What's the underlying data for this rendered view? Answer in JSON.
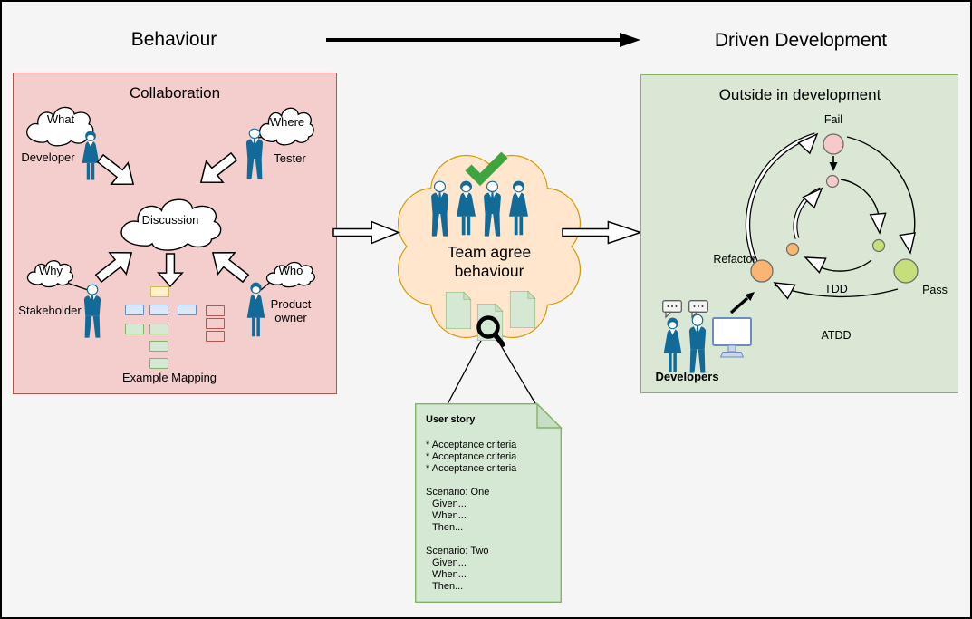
{
  "page": {
    "background": "#F5F5F5",
    "border_color": "#000000"
  },
  "header": {
    "left_title": "Behaviour",
    "right_title": "Driven Development"
  },
  "collaboration": {
    "title": "Collaboration",
    "clouds": {
      "what": "What",
      "where": "Where",
      "why": "Why",
      "who": "Who",
      "discussion": "Discussion"
    },
    "roles": {
      "developer": "Developer",
      "tester": "Tester",
      "stakeholder": "Stakeholder",
      "product_owner": "Product owner"
    },
    "example_mapping_label": "Example Mapping",
    "colors": {
      "panel_fill": "#F4CDCD",
      "panel_stroke": "#B85450",
      "card_yellow_fill": "#FFF2CC",
      "card_yellow_stroke": "#D6B656",
      "card_blue_fill": "#DAE8FC",
      "card_blue_stroke": "#6C8EBF",
      "card_green_fill": "#D5E8D4",
      "card_green_stroke": "#82B366",
      "card_red_stroke": "#B85450",
      "person_blue": "#116A97"
    }
  },
  "team_cloud": {
    "label_line1": "Team agree",
    "label_line2": "behaviour",
    "colors": {
      "cloud_fill": "#FFE6CC",
      "cloud_stroke": "#D79B00",
      "check_green": "#3FA33F",
      "doc_fill": "#D5E8D4",
      "doc_stroke": "#82B366"
    }
  },
  "user_story": {
    "title": "User story",
    "acceptance_criteria": [
      "* Acceptance criteria",
      "* Acceptance criteria",
      "* Acceptance criteria"
    ],
    "scenarios": [
      {
        "heading": "Scenario: One",
        "steps": [
          "Given...",
          "When...",
          "Then..."
        ]
      },
      {
        "heading": "Scenario: Two",
        "steps": [
          "Given...",
          "When...",
          "Then..."
        ]
      }
    ]
  },
  "outside_in": {
    "title": "Outside in development",
    "cycle": {
      "fail": "Fail",
      "pass": "Pass",
      "refactor": "Refactor",
      "inner_label": "TDD",
      "outer_label": "ATDD"
    },
    "developers_label": "Developers",
    "colors": {
      "panel_fill": "#D9E7D4",
      "panel_stroke": "#82B366",
      "fail_fill": "#F8C9CB",
      "pass_fill": "#C5E07A",
      "refactor_fill": "#FAB572",
      "monitor_stroke": "#6C8EBF"
    }
  }
}
